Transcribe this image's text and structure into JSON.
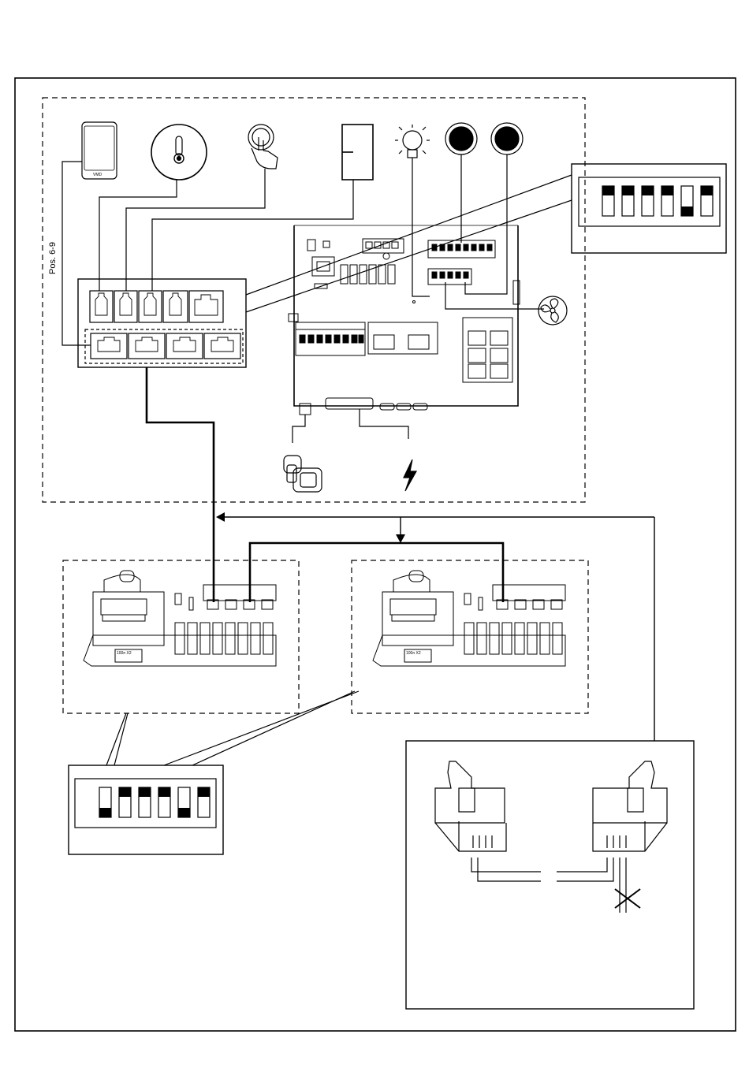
{
  "labels": {
    "pos_label": "Pos. 6-9",
    "pcb_marking": "100n X2",
    "panel_brand": "VMD"
  },
  "dip_switches": {
    "main_board": [
      "up",
      "up",
      "up",
      "up",
      "down",
      "up"
    ],
    "expansion_board": [
      "down",
      "up",
      "up",
      "up",
      "down",
      "up"
    ]
  },
  "colors": {
    "line": "#000000",
    "background": "#ffffff",
    "dip_fill": "#000000"
  },
  "icons": [
    "control-panel-icon",
    "thermostat-icon",
    "push-button-icon",
    "switch-icon",
    "lamp-icon",
    "indicator-light-icon",
    "fan-icon",
    "pump-icon",
    "power-icon",
    "rj-connector-icon"
  ]
}
